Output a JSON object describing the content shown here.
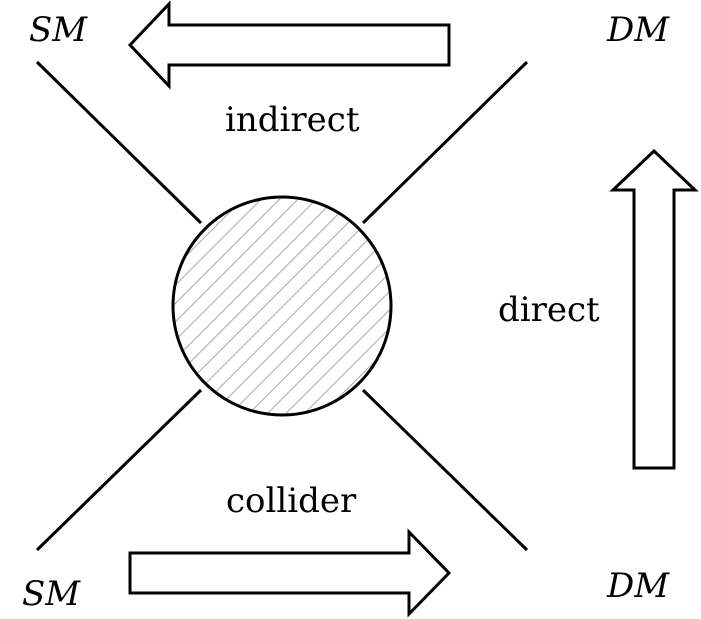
{
  "corners": {
    "top_left": "SM",
    "top_right": "DM",
    "bottom_left": "SM",
    "bottom_right": "DM"
  },
  "processes": {
    "indirect": "indirect",
    "direct": "direct",
    "collider": "collider"
  },
  "colors": {
    "stroke": "#000000",
    "hatch": "#b0b0b0",
    "background": "#ffffff"
  }
}
